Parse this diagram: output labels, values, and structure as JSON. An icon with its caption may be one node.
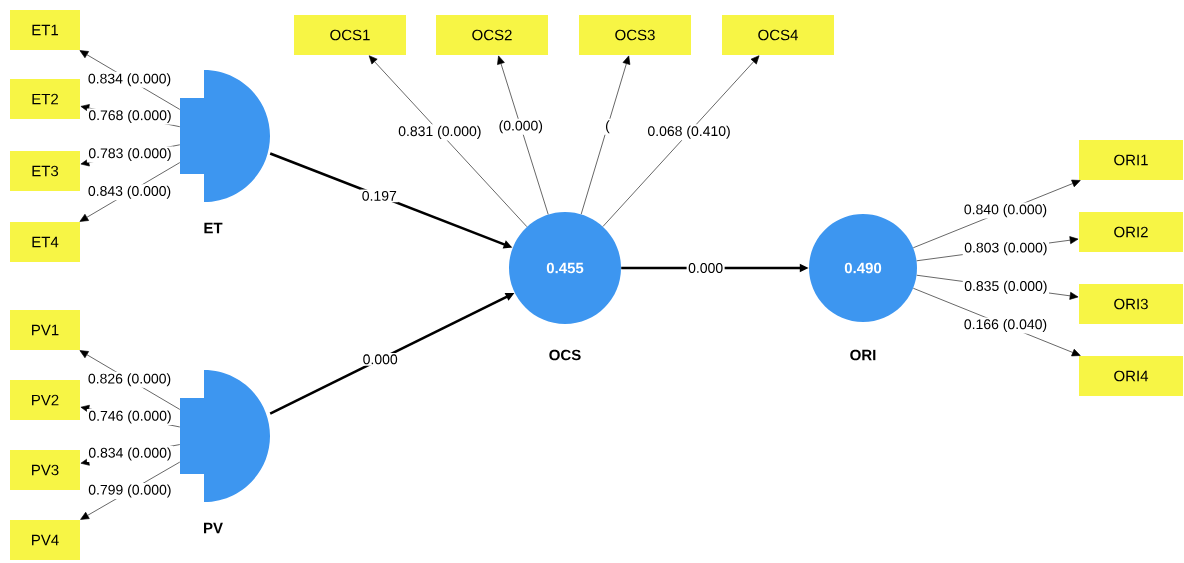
{
  "diagram": {
    "nodes": [
      {
        "text": [
          "ET"
        ]
      },
      {
        "text": [
          "ET1"
        ]
      },
      {
        "text": [
          "ET2"
        ]
      },
      {
        "text": [
          "ET3"
        ]
      },
      {
        "text": [
          "ET4"
        ]
      },
      {
        "text": [
          "PV"
        ]
      },
      {
        "text": [
          "PV1"
        ]
      },
      {
        "text": [
          "PV2"
        ]
      },
      {
        "text": [
          "PV3"
        ]
      },
      {
        "text": [
          "PV4"
        ]
      },
      {
        "text": [
          "0.455",
          "OCS"
        ]
      },
      {
        "text": [
          "OCS1"
        ]
      },
      {
        "text": [
          "OCS2"
        ]
      },
      {
        "text": [
          "OCS3"
        ]
      },
      {
        "text": [
          "OCS4"
        ]
      },
      {
        "text": [
          "0.490",
          "ORI"
        ]
      },
      {
        "text": [
          "ORI1"
        ]
      },
      {
        "text": [
          "ORI2"
        ]
      },
      {
        "text": [
          "ORI3"
        ]
      },
      {
        "text": [
          "ORI4"
        ]
      }
    ],
    "edges": [
      {
        "from": 0,
        "to": 1,
        "arrow": "to",
        "label": "0.834 (0.000)"
      },
      {
        "from": 0,
        "to": 2,
        "arrow": "to",
        "label": "0.768 (0.000)"
      },
      {
        "from": 0,
        "to": 3,
        "arrow": "to",
        "label": "0.783 (0.000)"
      },
      {
        "from": 0,
        "to": 4,
        "arrow": "to",
        "label": "0.843 (0.000)"
      },
      {
        "from": 5,
        "to": 6,
        "arrow": "to",
        "label": "0.826 (0.000)"
      },
      {
        "from": 5,
        "to": 7,
        "arrow": "to",
        "label": "0.746 (0.000)"
      },
      {
        "from": 5,
        "to": 8,
        "arrow": "to",
        "label": "0.834 (0.000)"
      },
      {
        "from": 5,
        "to": 9,
        "arrow": "to",
        "label": "0.799 (0.000)"
      },
      {
        "from": 0,
        "to": 10,
        "arrow": "to",
        "label": "0.197",
        "style": "thick"
      },
      {
        "from": 5,
        "to": 10,
        "arrow": "to",
        "label": "0.000",
        "style": "thick"
      },
      {
        "from": 10,
        "to": 11,
        "arrow": "to",
        "label": "0.831 (0.000)"
      },
      {
        "from": 10,
        "to": 12,
        "arrow": "to",
        "label": "(0.000)"
      },
      {
        "from": 10,
        "to": 13,
        "arrow": "to",
        "label": "("
      },
      {
        "from": 10,
        "to": 14,
        "arrow": "to",
        "label": "0.068 (0.410)"
      },
      {
        "from": 10,
        "to": 15,
        "arrow": "to",
        "label": "0.000",
        "style": "thick"
      },
      {
        "from": 15,
        "to": 16,
        "arrow": "to",
        "label": "0.840 (0.000)"
      },
      {
        "from": 15,
        "to": 17,
        "arrow": "to",
        "label": "0.803 (0.000)"
      },
      {
        "from": 15,
        "to": 18,
        "arrow": "to",
        "label": "0.835 (0.000)"
      },
      {
        "from": 15,
        "to": 19,
        "arrow": "to",
        "label": "0.166 (0.040)"
      }
    ]
  }
}
